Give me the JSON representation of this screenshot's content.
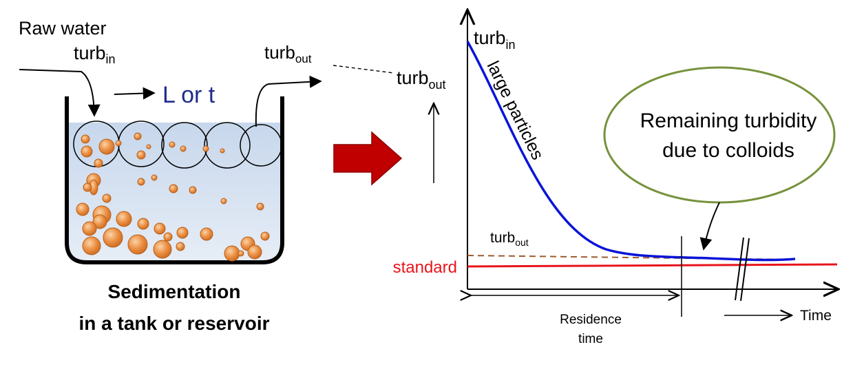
{
  "tank": {
    "raw_water": "Raw water",
    "turb_in_base": "turb",
    "turb_in_sub": "in",
    "flow_label": "L or t",
    "turb_out_base": "turb",
    "turb_out_sub": "out",
    "caption_line1": "Sedimentation",
    "caption_line2": "in a tank or reservoir"
  },
  "graph": {
    "turb_in_base": "turb",
    "turb_in_sub": "in",
    "turb_out_axis_base": "turb",
    "turb_out_axis_sub": "out",
    "curve_label": "large particles",
    "turb_out_line_base": "turb",
    "turb_out_line_sub": "out",
    "standard_label": "standard",
    "residence_line1": "Residence",
    "residence_line2": "time",
    "time_label": "Time",
    "callout_line1": "Remaining turbidity",
    "callout_line2": "due to colloids"
  },
  "colors": {
    "curve": "#0a14d8",
    "standard": "#e8141b",
    "turb_out_dashed": "#9c5a2a",
    "big_arrow": "#c00000",
    "callout_border": "#76923c",
    "flow_label": "#1f2c8a",
    "water": "#dbe5f1",
    "particle": "#e8883a"
  }
}
